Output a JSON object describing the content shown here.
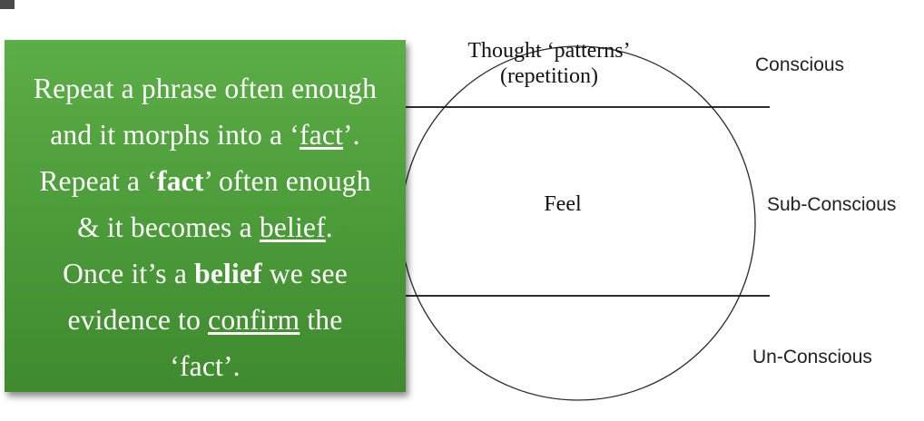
{
  "card": {
    "segments": [
      {
        "text": "Repeat a phrase often enough",
        "style": "plain"
      },
      {
        "text": "and it morphs into a ‘",
        "style": "plain"
      },
      {
        "text": "fact",
        "style": "underline"
      },
      {
        "text": "’.",
        "style": "plain"
      },
      {
        "text": "Repeat a ‘",
        "style": "plain"
      },
      {
        "text": "fact",
        "style": "bold"
      },
      {
        "text": "’ often enough",
        "style": "plain"
      },
      {
        "text": "& it becomes a ",
        "style": "plain"
      },
      {
        "text": "belief",
        "style": "underline"
      },
      {
        "text": ".",
        "style": "plain"
      },
      {
        "text": "Once it’s a ",
        "style": "plain"
      },
      {
        "text": "belief",
        "style": "bold"
      },
      {
        "text": " we see",
        "style": "plain"
      },
      {
        "text": "evidence to ",
        "style": "plain"
      },
      {
        "text": "confirm",
        "style": "underline"
      },
      {
        "text": " the",
        "style": "plain"
      },
      {
        "text": "‘fact’.",
        "style": "plain"
      }
    ],
    "background_color": "#4a9a38",
    "text_color": "#ffffff"
  },
  "circle": {
    "top_text_line1": "Thought ‘patterns’",
    "top_text_line2": "(repetition)",
    "middle_text": "Feel"
  },
  "levels": {
    "conscious": "Conscious",
    "sub_conscious": "Sub-Conscious",
    "un_conscious": "Un-Conscious"
  }
}
